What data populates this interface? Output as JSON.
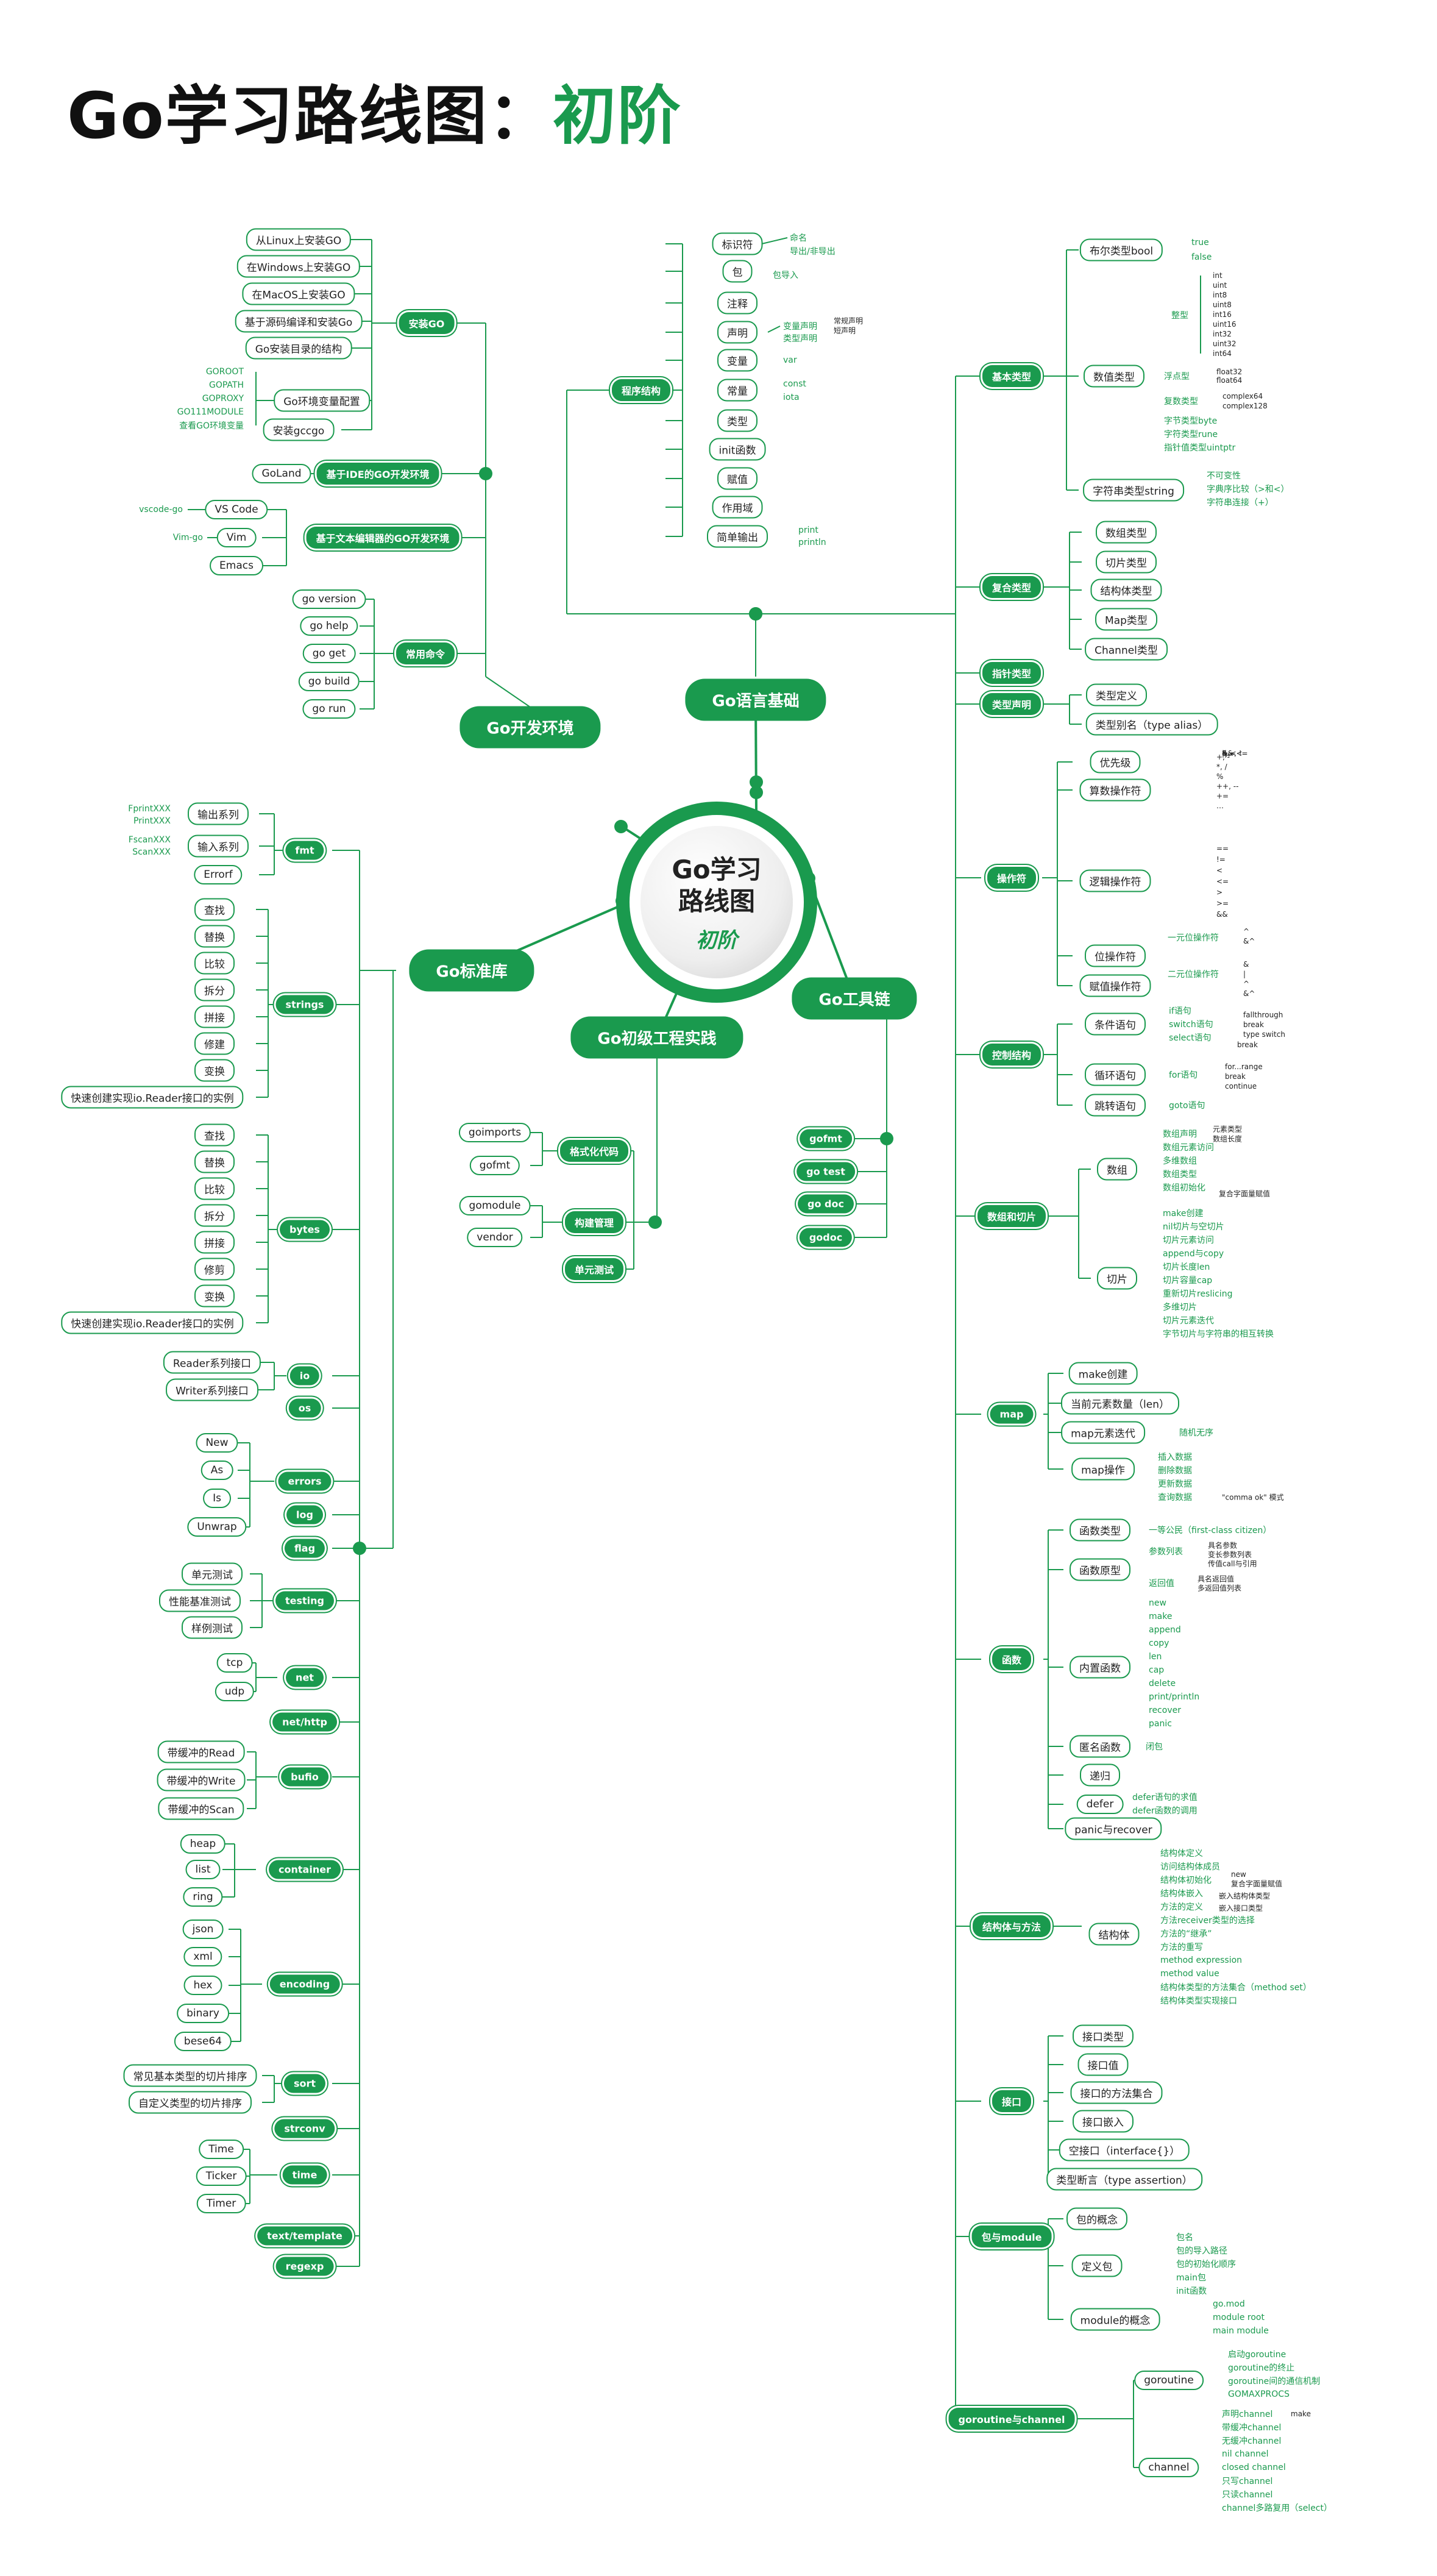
{
  "title": {
    "prefix": "Go学习路线图：",
    "highlight": "初阶"
  },
  "center": {
    "line1": "Go学习",
    "line2": "路线图",
    "sub": "初阶"
  },
  "main": {
    "dev": "Go开发环境",
    "basic": "Go语言基础",
    "std": "Go标准库",
    "practice": "Go初级工程实践",
    "tools": "Go工具链"
  },
  "env": {
    "install": "安装GO",
    "install_items": [
      "从Linux上安装GO",
      "在Windows上安装GO",
      "在MacOS上安装GO",
      "基于源码编译和安装Go",
      "Go安装目录的结构",
      "Go环境变量配置",
      "安装gccgo"
    ],
    "envvars": [
      "GOROOT",
      "GOPATH",
      "GOPROXY",
      "GO111MODULE",
      "查看GO环境变量"
    ],
    "ide": "基于IDE的GO开发环境",
    "goland": "GoLand",
    "editor": "基于文本编辑器的GO开发环境",
    "editors": [
      "VS Code",
      "Vim",
      "Emacs"
    ],
    "plugins": [
      "vscode-go",
      "Vim-go"
    ],
    "cmd": "常用命令",
    "cmds": [
      "go version",
      "go help",
      "go get",
      "go build",
      "go run"
    ]
  },
  "basic": {
    "prog": "程序结构",
    "prog_items": [
      "标识符",
      "包",
      "注释",
      "声明",
      "变量",
      "常量",
      "类型",
      "init函数",
      "赋值",
      "作用域",
      "简单输出"
    ],
    "ident": [
      "命名",
      "导出/非导出"
    ],
    "pkg": [
      "包导入"
    ],
    "decl": [
      "变量声明",
      "类型声明"
    ],
    "decl_sub": [
      "常规声明",
      "短声明"
    ],
    "var": [
      "var"
    ],
    "const": [
      "const",
      "iota"
    ],
    "print": [
      "print",
      "println"
    ],
    "groups": [
      "基本类型",
      "复合类型",
      "指针类型",
      "类型声明",
      "操作符",
      "控制结构",
      "数组和切片",
      "map",
      "函数",
      "结构体与方法",
      "接口",
      "包与module",
      "goroutine与channel"
    ],
    "bool": "布尔类型bool",
    "bool_v": [
      "true",
      "false"
    ],
    "num": "数值类型",
    "int": "整型",
    "ints": [
      "int",
      "uint",
      "int8",
      "uint8",
      "int16",
      "uint16",
      "int32",
      "uint32",
      "int64"
    ],
    "float": "浮点型",
    "floats": [
      "float32",
      "float64"
    ],
    "complex": "复数类型",
    "complexs": [
      "complex64",
      "complex128"
    ],
    "num_more": [
      "字节类型byte",
      "字符类型rune",
      "指针值类型uintptr"
    ],
    "str": "字符串类型string",
    "str_items": [
      "不可变性",
      "字典序比较（>和<）",
      "字符串连接（+）"
    ],
    "composite": [
      "数组类型",
      "切片类型",
      "结构体类型",
      "Map类型",
      "Channel类型"
    ],
    "typedecl": [
      "类型定义",
      "类型别名（type alias）"
    ],
    "ops": [
      "优先级",
      "算数操作符",
      "逻辑操作符",
      "位操作符",
      "赋值操作符"
    ],
    "prio": [
      "*, <<",
      "+, -",
      "==, !=",
      "&&",
      "||",
      "…"
    ],
    "arith": [
      "+, -",
      "*, /",
      "%",
      "++, --",
      "+=",
      "…"
    ],
    "logic": [
      "==",
      "!=",
      "<",
      "<=",
      ">",
      ">=",
      "&&"
    ],
    "unary": "一元位操作符",
    "unary_v": [
      "^",
      "&^"
    ],
    "binary": "二元位操作符",
    "binary_v": [
      "&",
      "|",
      "^",
      "&^"
    ],
    "ctrl": [
      "条件语句",
      "循环语句",
      "跳转语句"
    ],
    "cond": [
      "if语句",
      "switch语句",
      "select语句"
    ],
    "switch_v": [
      "fallthrough",
      "break",
      "type switch"
    ],
    "select_v": [
      "break"
    ],
    "loop": [
      "for语句"
    ],
    "loop_v": [
      "for...range",
      "break",
      "continue"
    ],
    "jump": [
      "goto语句"
    ],
    "array": "数组",
    "array_items": [
      "数组声明",
      "数组元素访问",
      "多维数组",
      "数组类型",
      "数组初始化"
    ],
    "array_v": [
      "元素类型",
      "数组长度"
    ],
    "array_init": "复合字面量赋值",
    "slice": "切片",
    "slice_items": [
      "make创建",
      "nil切片与空切片",
      "切片元素访问",
      "append与copy",
      "切片长度len",
      "切片容量cap",
      "重新切片reslicing",
      "多维切片",
      "切片元素迭代",
      "字节切片与字符串的相互转换"
    ],
    "map_items": [
      "make创建",
      "当前元素数量（len）",
      "map元素迭代",
      "map操作"
    ],
    "map_iter": [
      "随机无序"
    ],
    "map_ops": [
      "插入数据",
      "删除数据",
      "更新数据",
      "查询数据"
    ],
    "map_q": "\"comma ok\" 模式",
    "func_items": [
      "函数类型",
      "函数原型",
      "内置函数",
      "匿名函数",
      "递归",
      "defer",
      "panic与recover"
    ],
    "func_type": [
      "一等公民（first-class citizen）"
    ],
    "func_proto": [
      "参数列表",
      "返回值"
    ],
    "params": [
      "具名参数",
      "变长参数列表",
      "传值call与引用"
    ],
    "rets": [
      "具名返回值",
      "多返回值列表"
    ],
    "builtins": [
      "new",
      "make",
      "append",
      "copy",
      "len",
      "cap",
      "delete",
      "print/println",
      "recover",
      "panic"
    ],
    "anon": [
      "闭包"
    ],
    "defer_v": [
      "defer语句的求值",
      "defer函数的调用"
    ],
    "struct": "结构体",
    "struct_items": [
      "结构体定义",
      "访问结构体成员",
      "结构体初始化",
      "结构体嵌入",
      "方法的定义",
      "方法receiver类型的选择",
      "方法的“继承”",
      "方法的重写",
      "method expression",
      "method value",
      "结构体类型的方法集合（method set）",
      "结构体类型实现接口"
    ],
    "struct_init": [
      "new",
      "复合字面量赋值"
    ],
    "struct_embed": [
      "嵌入结构体类型",
      "嵌入接口类型"
    ],
    "iface": [
      "接口类型",
      "接口值",
      "接口的方法集合",
      "接口嵌入",
      "空接口（interface{}）",
      "类型断言（type assertion）"
    ],
    "pkgmod": [
      "包的概念",
      "定义包",
      "module的概念"
    ],
    "defpkg": [
      "包名",
      "包的导入路径",
      "包的初始化顺序",
      "main包",
      "init函数"
    ],
    "mod": [
      "go.mod",
      "module root",
      "main module"
    ],
    "gor": "goroutine",
    "gor_items": [
      "启动goroutine",
      "goroutine的终止",
      "goroutine间的通信机制",
      "GOMAXPROCS"
    ],
    "chan": "channel",
    "chan_items": [
      "声明channel",
      "带缓冲channel",
      "无缓冲channel",
      "nil channel",
      "closed channel",
      "只写channel",
      "只读channel",
      "channel多路复用（select）"
    ],
    "chan_make": "make"
  },
  "std": {
    "pkgs": [
      "fmt",
      "strings",
      "bytes",
      "io",
      "os",
      "errors",
      "log",
      "flag",
      "testing",
      "net",
      "net/http",
      "bufio",
      "container",
      "encoding",
      "sort",
      "strconv",
      "time",
      "text/template",
      "regexp"
    ],
    "fmt": [
      "输出系列",
      "输入系列",
      "Errorf"
    ],
    "fmt_out": [
      "FprintXXX",
      "PrintXXX"
    ],
    "fmt_in": [
      "FscanXXX",
      "ScanXXX"
    ],
    "strings": [
      "查找",
      "替换",
      "比较",
      "拆分",
      "拼接",
      "修建",
      "变换",
      "快速创建实现io.Reader接口的实例"
    ],
    "bytes": [
      "查找",
      "替换",
      "比较",
      "拆分",
      "拼接",
      "修剪",
      "变换",
      "快速创建实现io.Reader接口的实例"
    ],
    "io": [
      "Reader系列接口",
      "Writer系列接口"
    ],
    "errors": [
      "New",
      "As",
      "Is",
      "Unwrap"
    ],
    "testing": [
      "单元测试",
      "性能基准测试",
      "样例测试"
    ],
    "net": [
      "tcp",
      "udp"
    ],
    "bufio": [
      "带缓冲的Read",
      "带缓冲的Write",
      "带缓冲的Scan"
    ],
    "container": [
      "heap",
      "list",
      "ring"
    ],
    "encoding": [
      "json",
      "xml",
      "hex",
      "binary",
      "bese64"
    ],
    "sort": [
      "常见基本类型的切片排序",
      "自定义类型的切片排序"
    ],
    "time": [
      "Time",
      "Ticker",
      "Timer"
    ]
  },
  "practice": {
    "groups": [
      "格式化代码",
      "构建管理",
      "单元测试"
    ],
    "fmt": [
      "goimports",
      "gofmt"
    ],
    "build": [
      "gomodule",
      "vendor"
    ]
  },
  "tools": {
    "items": [
      "gofmt",
      "go test",
      "go doc",
      "godoc"
    ]
  }
}
